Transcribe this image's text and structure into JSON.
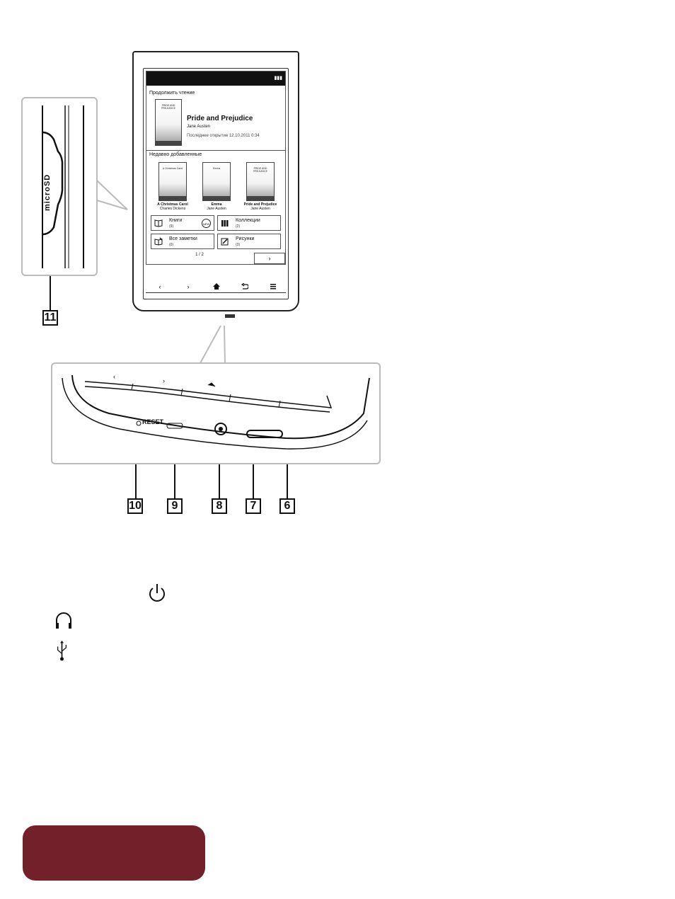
{
  "screen": {
    "continue_title": "Продолжить чтение",
    "current_book": {
      "title": "Pride and Prejudice",
      "author": "Jane Austen",
      "last_opened": "Последнее открытие 12.10.2011 0:34",
      "cover_text": "PRIDE AND PREJUDICE"
    },
    "recent_title": "Недавно добавленные",
    "recent_books": [
      {
        "title": "A Christmas Carol",
        "author": "Charles Dickens",
        "cover_text": "A Christmas Carol"
      },
      {
        "title": "Emma",
        "author": "Jane Austen",
        "cover_text": "Emma"
      },
      {
        "title": "Pride and Prejudice",
        "author": "Jane Austen",
        "cover_text": "PRIDE AND PREJUDICE"
      }
    ],
    "tiles": [
      {
        "label": "Книги",
        "count": "(9)",
        "icon": "book-icon",
        "badge": "NEW"
      },
      {
        "label": "Коллекции",
        "count": "(2)",
        "icon": "collections-icon"
      },
      {
        "label": "Все заметки",
        "count": "(0)",
        "icon": "notes-icon"
      },
      {
        "label": "Рисунки",
        "count": "(3)",
        "icon": "drawings-icon"
      }
    ],
    "pager": "1 / 2",
    "next": "›"
  },
  "device": {
    "nav_buttons": [
      "‹",
      "›",
      "home-icon",
      "back-icon",
      "menu-icon"
    ],
    "reset_label": "RESET",
    "microsd_label": "microSD"
  },
  "callouts": [
    "11",
    "10",
    "9",
    "8",
    "7",
    "6"
  ],
  "legend": [
    "power-icon",
    "headphones-icon",
    "usb-icon"
  ],
  "colors": {
    "accent": "#722029"
  }
}
